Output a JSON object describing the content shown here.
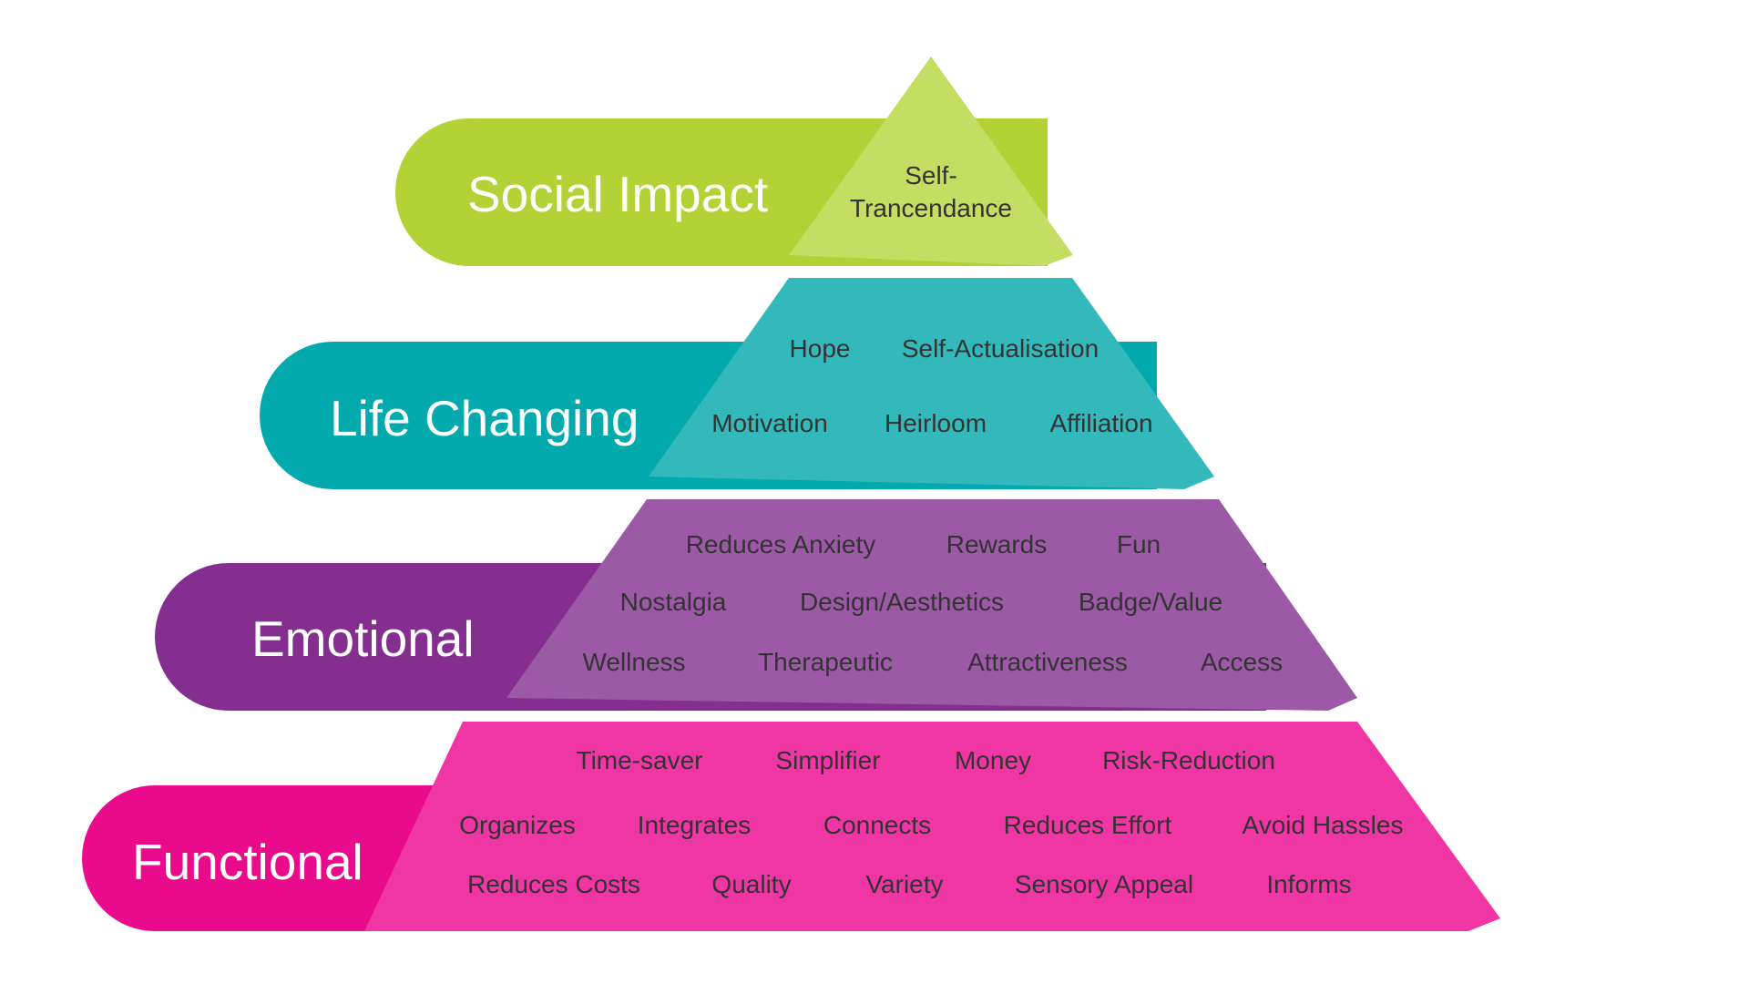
{
  "colors": {
    "social_dark": "#b3d236",
    "social_light": "#c4dd63",
    "life_dark": "#03aaad",
    "life_light": "#33b9bc",
    "emotional_dark": "#842f8f",
    "emotional_light": "#9c59a6",
    "functional_dark": "#ea0b8c",
    "functional_light": "#f035a4",
    "title_text": "#ffffff",
    "item_text": "#333333"
  },
  "tiers": [
    {
      "title": "Social Impact",
      "items": [
        "Self-",
        "Trancendance"
      ]
    },
    {
      "title": "Life Changing",
      "items": [
        "Hope",
        "Self-Actualisation",
        "Motivation",
        "Heirloom",
        "Affiliation"
      ]
    },
    {
      "title": "Emotional",
      "items": [
        "Reduces Anxiety",
        "Rewards",
        "Fun",
        "Nostalgia",
        "Design/Aesthetics",
        "Badge/Value",
        "Wellness",
        "Therapeutic",
        "Attractiveness",
        "Access"
      ]
    },
    {
      "title": "Functional",
      "items": [
        "Time-saver",
        "Simplifier",
        "Money",
        "Risk-Reduction",
        "Organizes",
        "Integrates",
        "Connects",
        "Reduces Effort",
        "Avoid Hassles",
        "Reduces Costs",
        "Quality",
        "Variety",
        "Sensory Appeal",
        "Informs"
      ]
    }
  ]
}
